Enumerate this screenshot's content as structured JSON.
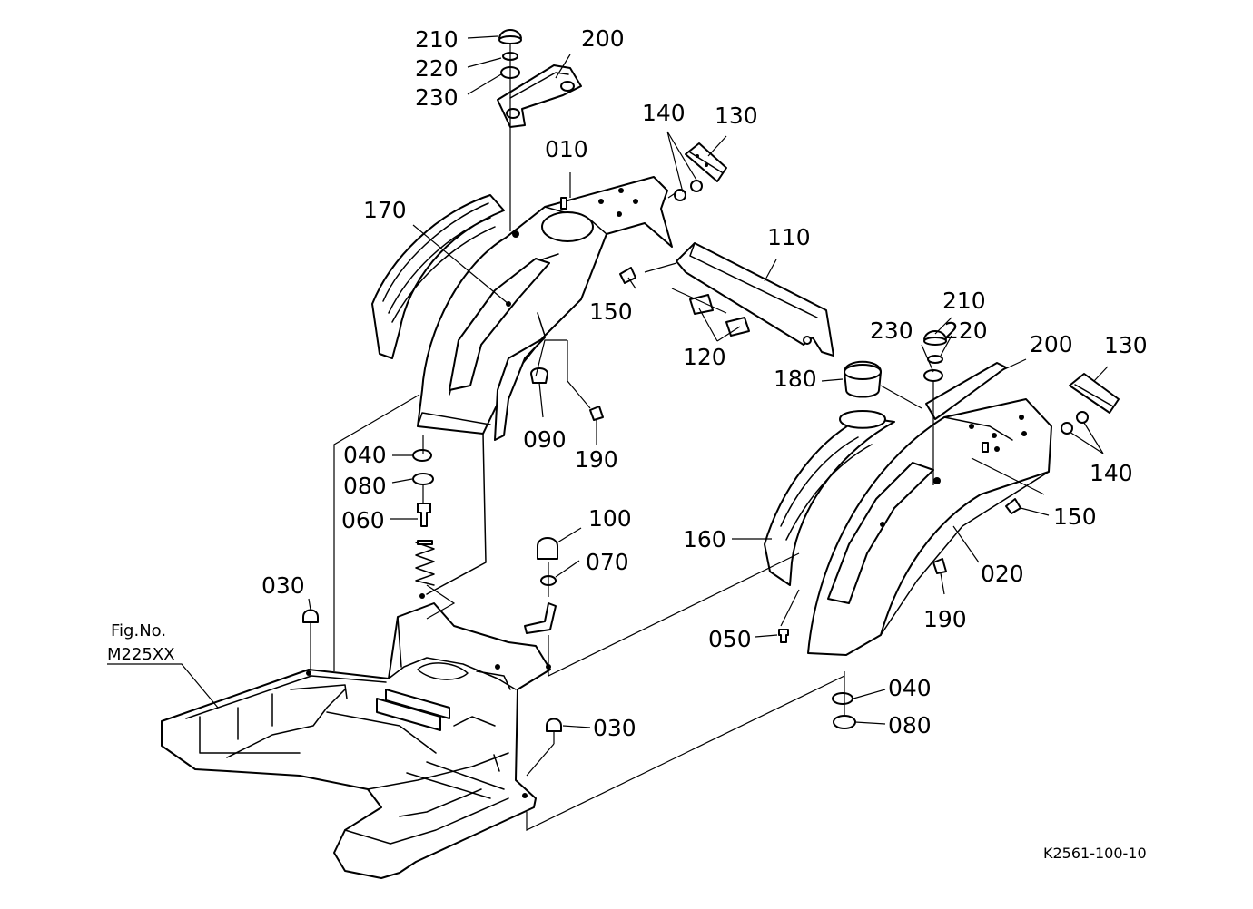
{
  "diagram": {
    "figure_ref_label": "Fig.No.",
    "figure_ref_number": "M225XX",
    "drawing_number": "K2561-100-10",
    "callouts": [
      {
        "id": "c210a",
        "text": "210"
      },
      {
        "id": "c220a",
        "text": "220"
      },
      {
        "id": "c230a",
        "text": "230"
      },
      {
        "id": "c200a",
        "text": "200"
      },
      {
        "id": "c140a",
        "text": "140"
      },
      {
        "id": "c130a",
        "text": "130"
      },
      {
        "id": "c010",
        "text": "010"
      },
      {
        "id": "c170",
        "text": "170"
      },
      {
        "id": "c110",
        "text": "110"
      },
      {
        "id": "c150a",
        "text": "150"
      },
      {
        "id": "c120",
        "text": "120"
      },
      {
        "id": "c210b",
        "text": "210"
      },
      {
        "id": "c230b",
        "text": "230"
      },
      {
        "id": "c220b",
        "text": "220"
      },
      {
        "id": "c200b",
        "text": "200"
      },
      {
        "id": "c130b",
        "text": "130"
      },
      {
        "id": "c180",
        "text": "180"
      },
      {
        "id": "c090",
        "text": "090"
      },
      {
        "id": "c190a",
        "text": "190"
      },
      {
        "id": "c040a",
        "text": "040"
      },
      {
        "id": "c080a",
        "text": "080"
      },
      {
        "id": "c060",
        "text": "060"
      },
      {
        "id": "c140b",
        "text": "140"
      },
      {
        "id": "c150b",
        "text": "150"
      },
      {
        "id": "c100",
        "text": "100"
      },
      {
        "id": "c160",
        "text": "160"
      },
      {
        "id": "c070",
        "text": "070"
      },
      {
        "id": "c020",
        "text": "020"
      },
      {
        "id": "c030a",
        "text": "030"
      },
      {
        "id": "c190b",
        "text": "190"
      },
      {
        "id": "c050",
        "text": "050"
      },
      {
        "id": "c040b",
        "text": "040"
      },
      {
        "id": "c080b",
        "text": "080"
      },
      {
        "id": "c030b",
        "text": "030"
      }
    ]
  }
}
